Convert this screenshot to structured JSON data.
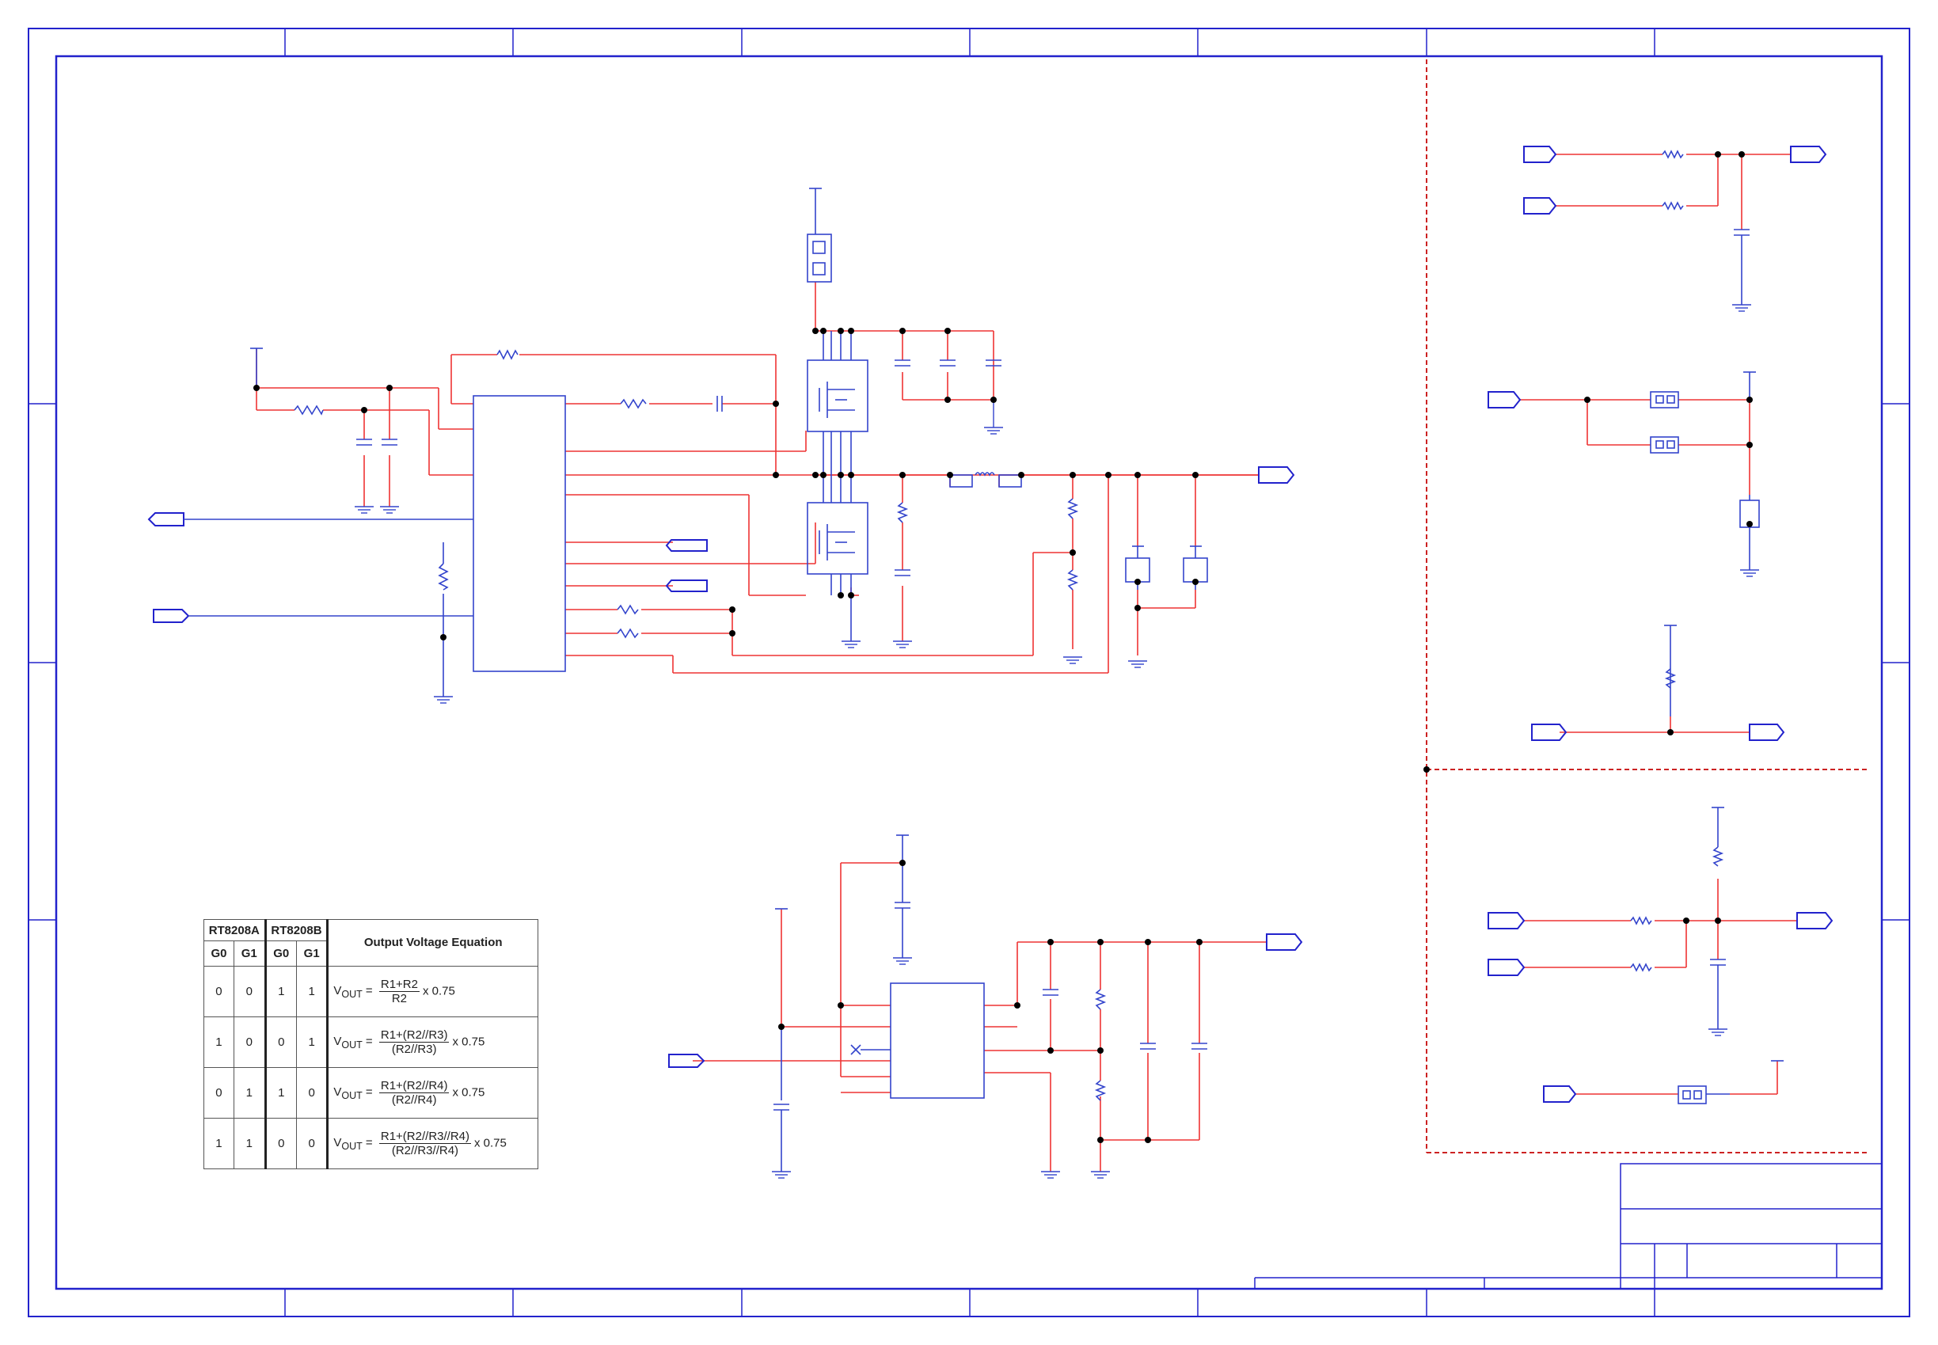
{
  "voltage_table": {
    "col_rt8208a": "RT8208A",
    "col_rt8208b": "RT8208B",
    "col_equation": "Output Voltage Equation",
    "sub_headers": [
      "G0",
      "G1",
      "G0",
      "G1"
    ],
    "rows": [
      {
        "a_g0": "0",
        "a_g1": "0",
        "b_g0": "1",
        "b_g1": "1",
        "vout": "V",
        "vout_sub": "OUT",
        "eq": " = ",
        "num": "R1+R2",
        "den": "R2",
        "mult": "x 0.75"
      },
      {
        "a_g0": "1",
        "a_g1": "0",
        "b_g0": "0",
        "b_g1": "1",
        "vout": "V",
        "vout_sub": "OUT",
        "eq": " = ",
        "num": "R1+(R2//R3)",
        "den": "(R2//R3)",
        "mult": "x 0.75"
      },
      {
        "a_g0": "0",
        "a_g1": "1",
        "b_g0": "1",
        "b_g1": "0",
        "vout": "V",
        "vout_sub": "OUT",
        "eq": " = ",
        "num": "R1+(R2//R4)",
        "den": "(R2//R4)",
        "mult": "x 0.75"
      },
      {
        "a_g0": "1",
        "a_g1": "1",
        "b_g0": "0",
        "b_g1": "0",
        "vout": "V",
        "vout_sub": "OUT",
        "eq": " = ",
        "num": "R1+(R2//R3//R4)",
        "den": "(R2//R3//R4)",
        "mult": "x 0.75"
      }
    ]
  },
  "colors": {
    "border": "#2222cc",
    "wire": "#ee3333",
    "component": "#3344cc",
    "junction": "#000000",
    "divider": "#cc2222"
  }
}
